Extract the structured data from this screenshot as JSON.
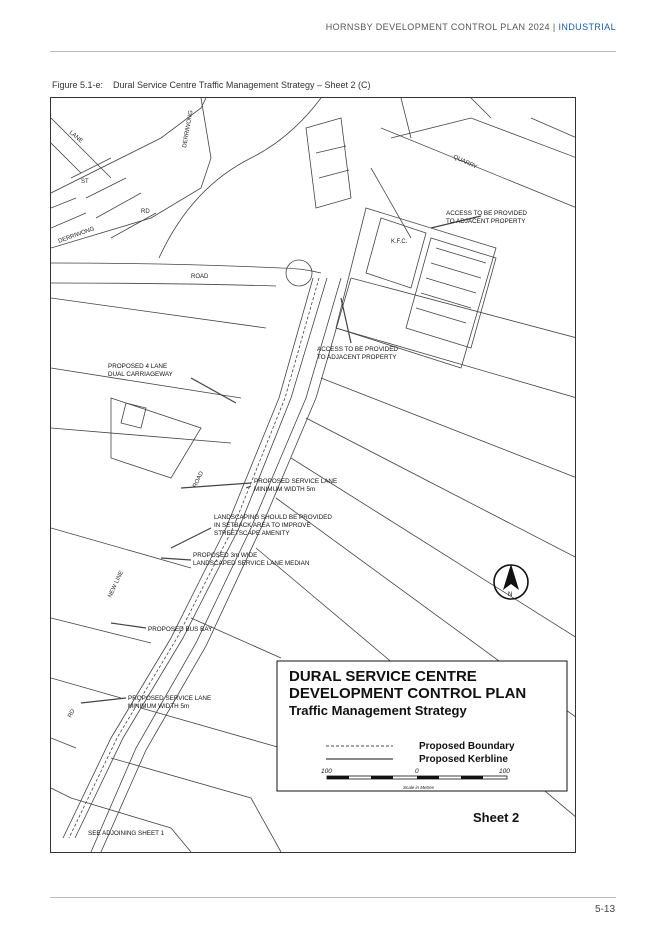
{
  "header": {
    "doc_title": "HORNSBY DEVELOPMENT CONTROL PLAN 2024 | ",
    "section": "INDUSTRIAL"
  },
  "figure": {
    "number": "Figure 5.1-e:",
    "caption": "Dural Service Centre Traffic Management Strategy – Sheet 2 (C)"
  },
  "map": {
    "roads": [
      "LANE",
      "DERRIWONG",
      "ST",
      "RD",
      "DERRIWONG",
      "ROAD",
      "QUARRY",
      "NEW LINE",
      "ROAD",
      "RD"
    ],
    "annotations": [
      {
        "l1": "ACCESS TO BE PROVIDED",
        "l2": "TO ADJACENT PROPERTY"
      },
      {
        "l1": "ACCESS TO BE PROVIDED",
        "l2": "TO ADJACENT PROPERTY"
      },
      {
        "l1": "PROPOSED 4 LANE",
        "l2": "DUAL CARRIAGEWAY"
      },
      {
        "l1": "PROPOSED SERVICE LANE",
        "l2": "MINIMUM WIDTH 5m"
      },
      {
        "l1": "LANDSCAPING SHOULD BE PROVIDED",
        "l2": "IN SETBACK AREA TO IMPROVE",
        "l3": "STREETSCAPE AMENITY"
      },
      {
        "l1": "PROPOSED 3m WIDE",
        "l2": "LANDSCAPED SERVICE LANE MEDIAN"
      },
      {
        "l1": "PROPOSED BUS BAY"
      },
      {
        "l1": "PROPOSED SERVICE LANE",
        "l2": "MINIMUM WIDTH 5m"
      },
      {
        "l1": "SEE ADJOINING SHEET 1"
      }
    ],
    "legend_box": {
      "title1": "DURAL SERVICE CENTRE",
      "title2": "DEVELOPMENT CONTROL PLAN",
      "subtitle": "Traffic Management Strategy",
      "boundary": "Proposed Boundary",
      "kerbline": "Proposed Kerbline",
      "scale_left": "100",
      "scale_mid": "0",
      "scale_right": "100",
      "scale_caption": "Scale in Metres",
      "sheet": "Sheet 2"
    },
    "north_arrow": "N",
    "building_label": "K.F.C."
  },
  "footer": {
    "page": "5-13"
  }
}
